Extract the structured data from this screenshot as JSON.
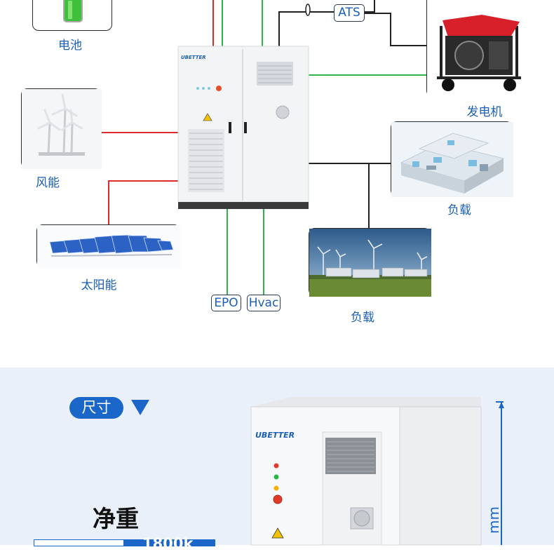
{
  "diagram": {
    "labels": {
      "battery": "电池",
      "wind": "风能",
      "solar": "太阳能",
      "generator": "发电机",
      "load_home": "负载",
      "load_plant": "负载",
      "ats": "ATS",
      "epo": "EPO",
      "hvac": "Hvac"
    }
  },
  "cabinet": {
    "brand": "UBETTER"
  },
  "specs": {
    "section_label": "尺寸",
    "weight_title": "净重",
    "weight_value_partial": "1800k",
    "height_unit_partial": "mm"
  },
  "colors": {
    "ac_line": "#e02a2a",
    "dc_line": "#2fb44a",
    "signal_line": "#222222",
    "caption_blue": "#1a5fb4",
    "pill_blue": "#1b67c9",
    "section_bg": "#e9f0fa"
  }
}
